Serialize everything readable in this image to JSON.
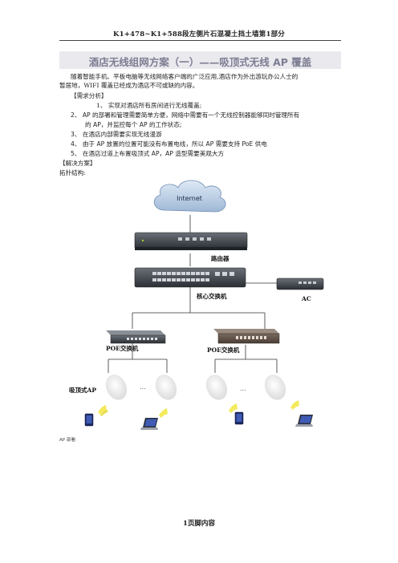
{
  "header": {
    "title": "K1+478~K1+588段左侧片石混凝土挡土墙第1部分"
  },
  "doc": {
    "title": "酒店无线组网方案（一）——吸顶式无线 AP 覆盖",
    "intro_line1": "随着智能手机、平板电脑等无线网络客户端的广泛应用,酒店作为外出游玩办公人士的",
    "intro_line2": "暂居地，WIFI 覆盖已经成为酒店不可或缺的内容。",
    "req_heading": "【需求分析】",
    "req1": "1、 实现对酒店所有房间进行无线覆盖;",
    "req2a": "2、 AP 的部署和管理需要简单方便，网络中需要有一个无线控制器能够同时管理所有",
    "req2b": "的 AP，并监控每个 AP 的工作状态;",
    "req3": "3、 在酒店内部需要实现无线漫游",
    "req4": "4、 由于 AP 放置的位置可能没有布置电线，所以 AP 需要支持 PoE 供电",
    "req5": "5、 在酒店过道上布置吸顶式 AP，AP 造型需要美观大方",
    "sol_heading": "【解决方案】",
    "topo_label": "拓扑结构:",
    "after_diagram": "AP 部署:"
  },
  "diagram": {
    "internet": "Internet",
    "router": "路由器",
    "core_switch": "核心交换机",
    "ac": "AC",
    "poe_left": "POE交换机",
    "poe_right": "POE交换机",
    "ceiling_ap": "吸顶式AP",
    "ellipsis": "..."
  },
  "footer": {
    "page_label": "1页脚内容"
  }
}
